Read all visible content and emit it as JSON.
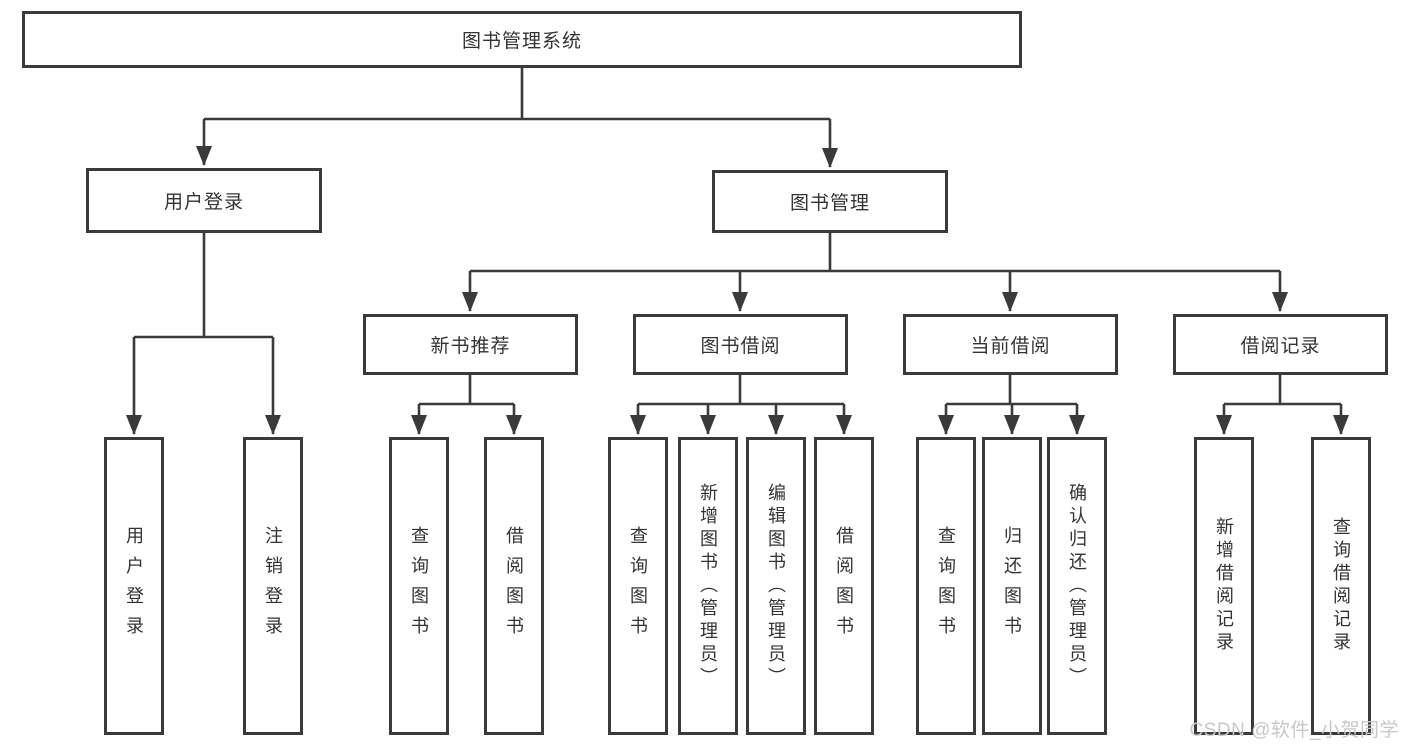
{
  "tree": {
    "label": "图书管理系统",
    "children": [
      {
        "label": "用户登录",
        "children": [
          {
            "label": "用户登录"
          },
          {
            "label": "注销登录"
          }
        ]
      },
      {
        "label": "图书管理",
        "children": [
          {
            "label": "新书推荐",
            "children": [
              {
                "label": "查询图书"
              },
              {
                "label": "借阅图书"
              }
            ]
          },
          {
            "label": "图书借阅",
            "children": [
              {
                "label": "查询图书"
              },
              {
                "label": "新增图书（管理员）"
              },
              {
                "label": "编辑图书（管理员）"
              },
              {
                "label": "借阅图书"
              }
            ]
          },
          {
            "label": "当前借阅",
            "children": [
              {
                "label": "查询图书"
              },
              {
                "label": "归还图书"
              },
              {
                "label": "确认归还（管理员）"
              }
            ]
          },
          {
            "label": "借阅记录",
            "children": [
              {
                "label": "新增借阅记录"
              },
              {
                "label": "查询借阅记录"
              }
            ]
          }
        ]
      }
    ]
  },
  "watermark": {
    "text": "CSDN @软件_小贺同学"
  },
  "colors": {
    "line": "#3a3a3a",
    "box_border": "#3a3a3a",
    "text": "#333333",
    "watermark": "#c8c8c8",
    "background": "#ffffff"
  }
}
